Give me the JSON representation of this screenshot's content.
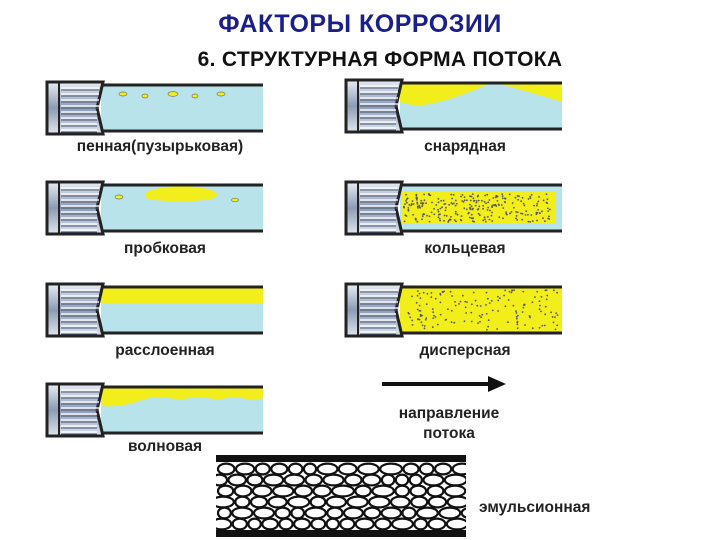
{
  "header": {
    "title": "ФАКТОРЫ КОРРОЗИИ",
    "subtitle": "6. СТРУКТУРНАЯ ФОРМА ПОТОКА"
  },
  "patterns": [
    {
      "id": "foam",
      "label": "пенная(пузырьковая)"
    },
    {
      "id": "slug",
      "label": "снарядная"
    },
    {
      "id": "plug",
      "label": "пробковая"
    },
    {
      "id": "annular",
      "label": "кольцевая"
    },
    {
      "id": "stratified",
      "label": "расслоенная"
    },
    {
      "id": "dispersed",
      "label": "дисперсная"
    },
    {
      "id": "wavy",
      "label": "волновая"
    }
  ],
  "flow_direction": {
    "line1": "направление",
    "line2": "потока"
  },
  "emulsion": {
    "label": "эмульсионная"
  },
  "colors": {
    "title": "#1b1f8c",
    "liquid": "#b9e3ea",
    "gas": "#f2ee1c",
    "outline": "#222222",
    "fitting": "#8c9bb4"
  }
}
